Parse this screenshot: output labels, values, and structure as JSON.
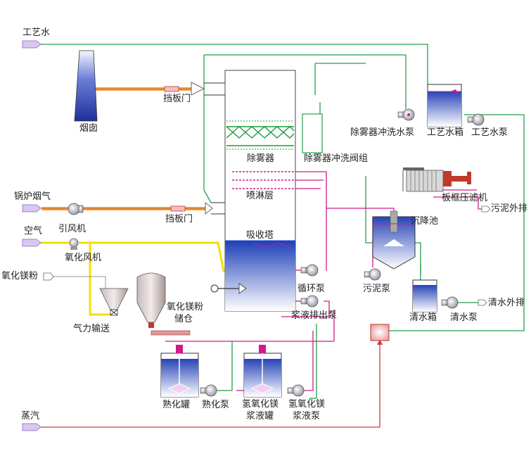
{
  "labels": {
    "process_water": "工艺水",
    "boiler_flue_gas": "锅炉烟气",
    "air": "空气",
    "mgo_powder": "氧化镁粉",
    "steam": "蒸汽",
    "chimney": "烟囱",
    "damper_top": "挡板门",
    "damper_bottom": "挡板门",
    "induced_fan": "引风机",
    "oxidation_fan": "氧化风机",
    "pneumatic_conveying": "气力输送",
    "mgo_silo_line1": "氧化镁粉",
    "mgo_silo_line2": "储仓",
    "demister": "除雾器",
    "demister_valve_group": "除雾器冲洗阀组",
    "spray_layer": "喷淋层",
    "absorber": "吸收塔",
    "circulation_pump": "循环泵",
    "slurry_discharge_pump": "浆液排出泵",
    "demister_wash_pump": "除雾器冲洗水泵",
    "process_water_tank": "工艺水箱",
    "process_water_pump": "工艺水泵",
    "filter_press": "板框压滤机",
    "sludge_discharge": "污泥外排",
    "settling_tank": "沉降池",
    "sludge_pump": "污泥泵",
    "clear_water_tank": "清水箱",
    "clear_water_pump": "清水泵",
    "clear_water_discharge": "清水外排",
    "slaking_tank": "熟化罐",
    "slaking_pump": "熟化泵",
    "mgoh_tank_line1": "氢氧化镁",
    "mgoh_tank_line2": "浆液罐",
    "mgoh_pump_line1": "氢氧化镁",
    "mgoh_pump_line2": "浆液泵"
  },
  "colors": {
    "water_line": "#22a04a",
    "slurry_line": "#d01a8c",
    "gas_line": "#e07818",
    "air_line": "#f0e000",
    "steam_line": "#d43a3a",
    "equipment_blue": "#2a52c8"
  }
}
